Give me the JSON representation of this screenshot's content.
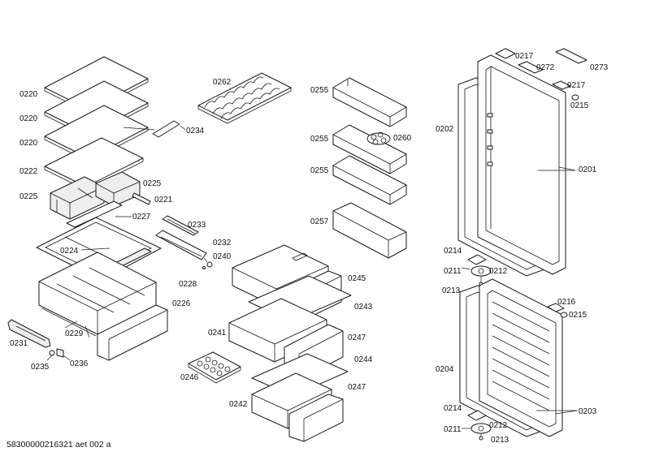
{
  "labels": {
    "l0220a": "0220",
    "l0220b": "0220",
    "l0220c": "0220",
    "l0222": "0222",
    "l0225a": "0225",
    "l0225b": "0225",
    "l0221": "0221",
    "l0227": "0227",
    "l0224": "0224",
    "l0234": "0234",
    "l0233": "0233",
    "l0232": "0232",
    "l0228": "0228",
    "l0226": "0226",
    "l0229": "0229",
    "l0231": "0231",
    "l0235": "0235",
    "l0236": "0236",
    "l0262": "0262",
    "l0240": "0240",
    "l0245": "0245",
    "l0243": "0243",
    "l0241": "0241",
    "l0247a": "0247",
    "l0244": "0244",
    "l0246": "0246",
    "l0242": "0242",
    "l0247b": "0247",
    "l0255a": "0255",
    "l0255b": "0255",
    "l0255c": "0255",
    "l0260": "0260",
    "l0257": "0257",
    "l0217a": "0217",
    "l0272": "0272",
    "l0273": "0273",
    "l0217b": "0217",
    "l0215a": "0215",
    "l0202": "0202",
    "l0201": "0201",
    "l0214a": "0214",
    "l0211a": "0211",
    "l0212a": "0212",
    "l0213a": "0213",
    "l0216": "0216",
    "l0215b": "0215",
    "l0204": "0204",
    "l0203": "0203",
    "l0214b": "0214",
    "l0211b": "0211",
    "l0212b": "0212",
    "l0213b": "0213"
  },
  "footer": {
    "doc_id": "58300000216321 aet 002 a"
  }
}
